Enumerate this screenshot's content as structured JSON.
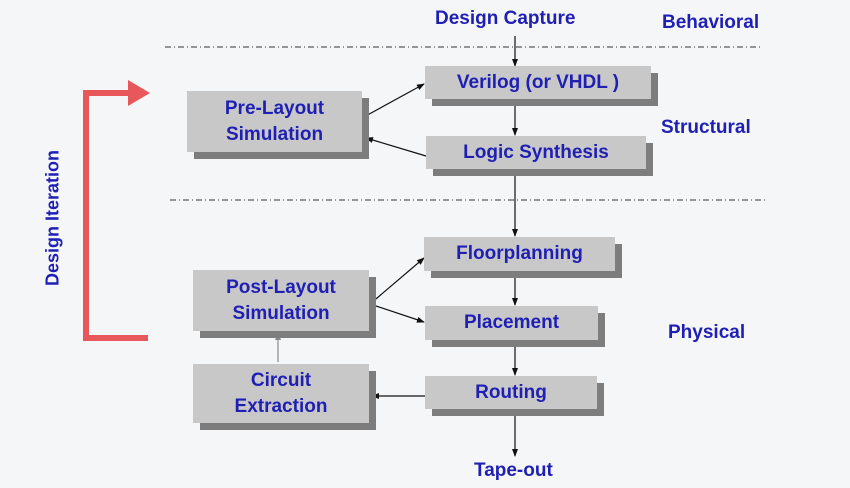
{
  "colors": {
    "text": "#1f1fb4",
    "box_fill": "#c8c8c8",
    "box_shadow": "#7d7d7d",
    "iteration_arrow": "#e8585a",
    "arrow": "#111111"
  },
  "stages": {
    "top": "Design Capture",
    "bottom": "Tape-out"
  },
  "levels": {
    "behavioral": "Behavioral",
    "structural": "Structural",
    "physical": "Physical"
  },
  "iteration_label": "Design Iteration",
  "flow_boxes": {
    "verilog": "Verilog (or VHDL )",
    "synthesis": "Logic Synthesis",
    "floorplanning": "Floorplanning",
    "placement": "Placement",
    "routing": "Routing"
  },
  "side_boxes": {
    "pre_layout": [
      "Pre-Layout",
      "Simulation"
    ],
    "post_layout": [
      "Post-Layout",
      "Simulation"
    ],
    "extraction": [
      "Circuit",
      "Extraction"
    ]
  }
}
